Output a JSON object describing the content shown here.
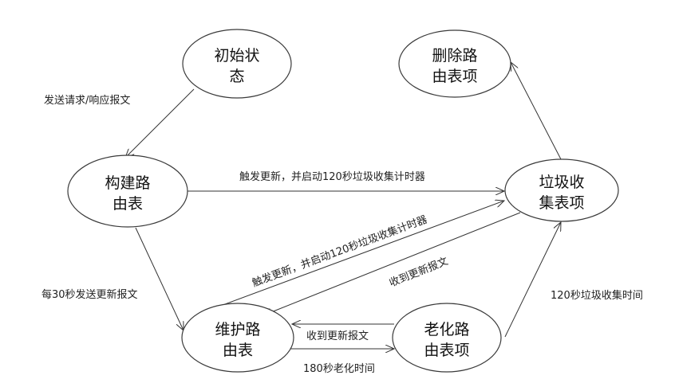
{
  "nodes": {
    "initial": [
      "初始状",
      "态"
    ],
    "delete": [
      "删除路",
      "由表项"
    ],
    "build": [
      "构建路",
      "由表"
    ],
    "garbage": [
      "垃圾收",
      "集表项"
    ],
    "maintain": [
      "维护路",
      "由表"
    ],
    "aging": [
      "老化路",
      "由表项"
    ]
  },
  "edges": {
    "initial_to_build": "发送请求/响应报文",
    "build_to_garbage": "触发更新，并启动120秒垃圾收集计时器",
    "maintain_to_garbage": "触发更新，并启动120秒垃圾收集计时器",
    "garbage_to_maintain": "收到更新报文",
    "build_to_maintain": "每30秒发送更新报文",
    "aging_to_maintain": "收到更新报文",
    "maintain_to_aging": "180秒老化时间",
    "aging_to_garbage": "120秒垃圾收集时间"
  }
}
